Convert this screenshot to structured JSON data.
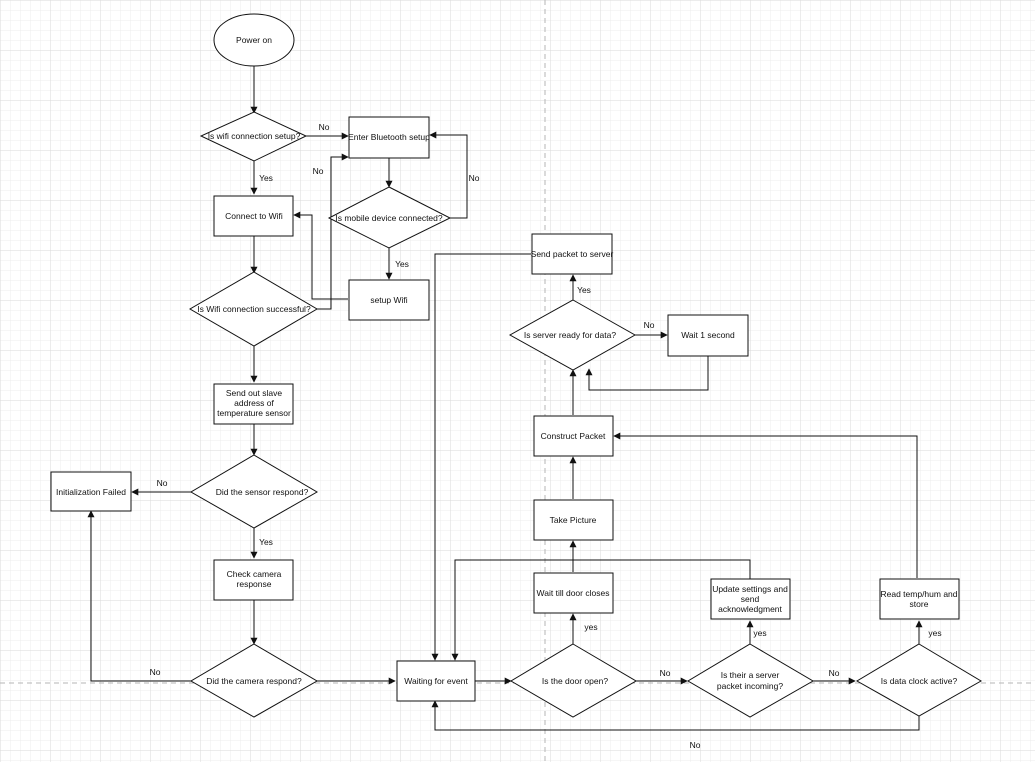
{
  "nodes": {
    "power_on": "Power on",
    "wifi_setup_q": "Is wifi connection setup?",
    "enter_bt": "Enter Bluetooth setup",
    "connect_wifi": "Connect to Wifi",
    "mobile_connected_q": "Is mobile device connected?",
    "setup_wifi": "setup Wifi",
    "wifi_success_q": "Is Wifi connection successful?",
    "send_slave": [
      "Send out slave",
      "address of",
      "temperature sensor"
    ],
    "sensor_respond_q": "Did the sensor respond?",
    "init_failed": "Initialization Failed",
    "check_camera": [
      "Check camera",
      "response"
    ],
    "camera_respond_q": "Did the camera respond?",
    "waiting": "Waiting for event",
    "door_open_q": "Is the door open?",
    "server_packet_q": [
      "Is their a server",
      "packet incoming?"
    ],
    "data_clock_q": "Is data clock active?",
    "wait_door": "Wait till door closes",
    "take_picture": "Take Picture",
    "construct_packet": "Construct Packet",
    "server_ready_q": "Is server ready for data?",
    "wait_1s": "Wait 1 second",
    "send_packet": "Send packet to server",
    "update_settings": [
      "Update settings and",
      "send",
      "acknowledgment"
    ],
    "read_temp": [
      "Read temp/hum and",
      "store"
    ]
  },
  "edge_labels": {
    "wifi_no": "No",
    "wifi_yes": "Yes",
    "wifi_success_no": "No",
    "mobile_no": "No",
    "mobile_yes": "Yes",
    "sensor_no": "No",
    "sensor_yes": "Yes",
    "camera_no": "No",
    "door_no": "No",
    "door_yes": "yes",
    "packet_no": "No",
    "packet_yes": "yes",
    "clock_yes": "yes",
    "clock_no": "No",
    "server_yes": "Yes",
    "server_no": "No"
  }
}
